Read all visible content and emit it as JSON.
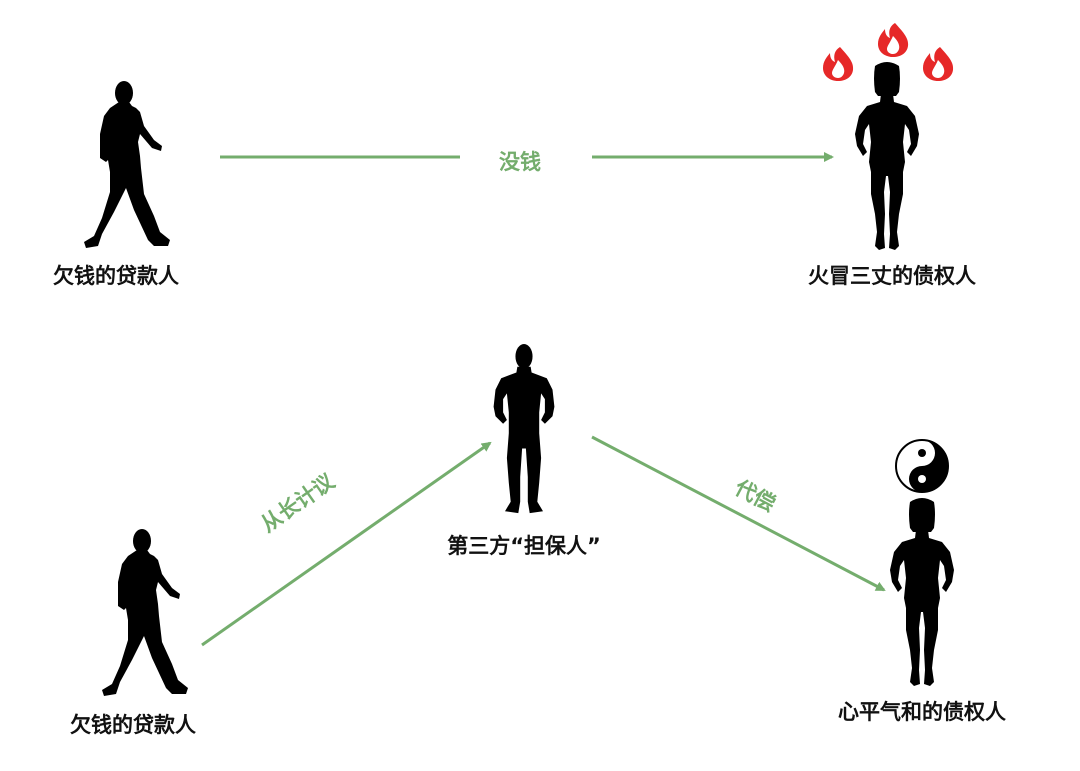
{
  "colors": {
    "arrow": "#74ad6d",
    "figure": "#000000",
    "flame": "#e62828"
  },
  "icons": {
    "flames": "fire-icon",
    "yin_yang": "yin-yang-icon"
  },
  "scene_top": {
    "borrower_label": "欠钱的贷款人",
    "arrow_label": "没钱",
    "creditor_label": "火冒三丈的债权人"
  },
  "scene_bottom": {
    "borrower_label": "欠钱的贷款人",
    "arrow_left_label": "从长计议",
    "guarantor_label": "第三方“担保人”",
    "arrow_right_label": "代偿",
    "creditor_label": "心平气和的债权人"
  }
}
